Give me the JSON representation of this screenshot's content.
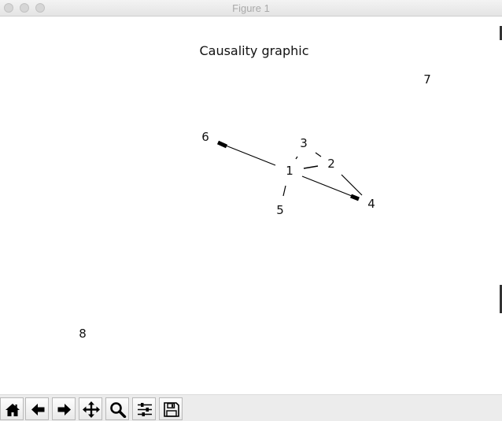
{
  "window": {
    "title": "Figure 1"
  },
  "plot": {
    "title": "Causality graphic",
    "nodes": [
      "1",
      "2",
      "3",
      "4",
      "5",
      "6",
      "7",
      "8"
    ]
  },
  "toolbar": {
    "buttons": [
      "home-icon",
      "back-arrow-icon",
      "forward-arrow-icon",
      "pan-icon",
      "zoom-icon",
      "configure-subplots-icon",
      "save-icon"
    ]
  }
}
